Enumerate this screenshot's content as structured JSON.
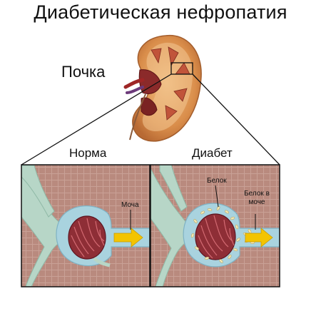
{
  "title": "Диабетическая нефропатия",
  "labels": {
    "kidney": "Почка",
    "normal": "Норма",
    "diabetes": "Диабет",
    "urine": "Моча",
    "protein": "Белок",
    "protein_in_urine_line1": "Белок в",
    "protein_in_urine_line2": "моче"
  },
  "colors": {
    "tissue": "#b98a7e",
    "capsule": "#a9d3df",
    "vessel": "#b7d6c7",
    "glomerulus": "#8e2e36",
    "arrow": "#f3c400",
    "kidney_tissue": "#d9904b"
  }
}
